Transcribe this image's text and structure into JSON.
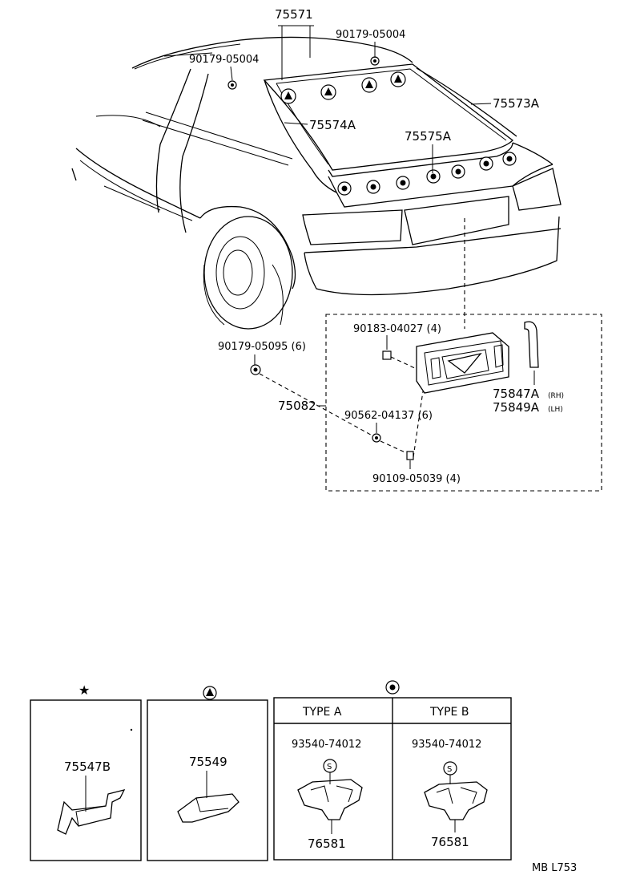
{
  "labels": {
    "p75571": "75571",
    "p90179_05004_a": "90179-05004",
    "p90179_05004_b": "90179-05004",
    "p75573A": "75573A",
    "p75574A": "75574A",
    "p75575A": "75575A",
    "p90179_05095": "90179-05095 (6)",
    "p75082": "75082",
    "p90183_04027": "90183-04027 (4)",
    "p90562_04137": "90562-04137 (6)",
    "p90109_05039": "90109-05039 (4)",
    "p75847A": "75847A",
    "p75847A_side": "(RH)",
    "p75849A": "75849A",
    "p75849A_side": "(LH)"
  },
  "legend": {
    "star_symbol": "★",
    "box1_part": "75547B",
    "box2_part": "75549",
    "type_a": "TYPE A",
    "type_b": "TYPE B",
    "type_a_clip": "93540-74012",
    "type_b_clip": "93540-74012",
    "type_a_part": "76581",
    "type_b_part": "76581",
    "s_mark": "S"
  },
  "footer": {
    "code": "MB L753"
  }
}
